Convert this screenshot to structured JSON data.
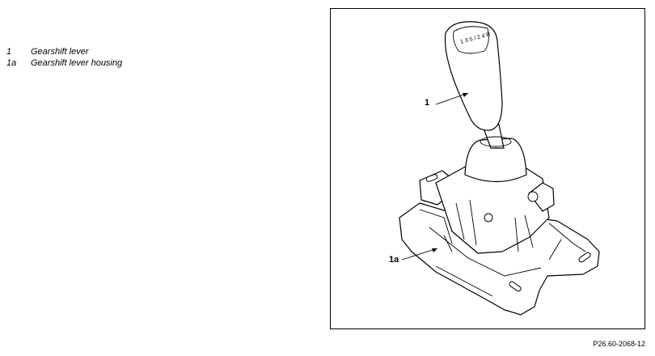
{
  "legend": [
    {
      "key": "1",
      "label": "Gearshift lever"
    },
    {
      "key": "1a",
      "label": "Gearshift lever housing"
    }
  ],
  "callouts": {
    "lever": "1",
    "housing": "1a"
  },
  "knob_pattern": "1 3 5 / 2 4 R",
  "figure_code": "P26.60-2068-12"
}
